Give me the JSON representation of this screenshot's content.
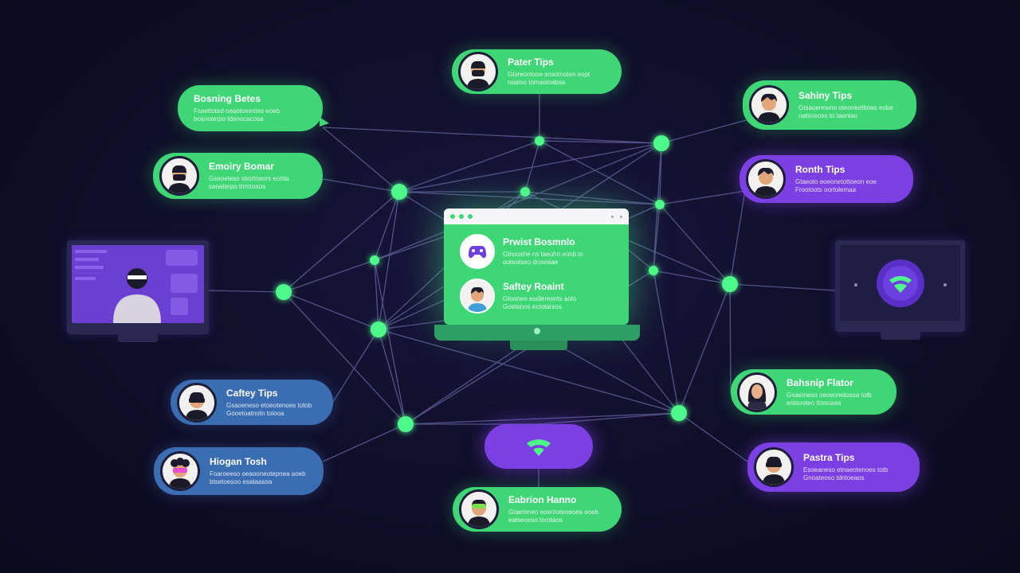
{
  "center": {
    "rows": [
      {
        "title": "Prwist Bosmnlo",
        "body": "Gtnooshe ns taeohn eonb lo\nooteotseo drowsiae"
      },
      {
        "title": "Saftey Roaint",
        "body": "Gtooneo eodlereonts aolo\nGoetonos ectotarsos"
      }
    ]
  },
  "cards": [
    {
      "id": "pater-tips",
      "title": "Pater Tips",
      "body": "Gtsreontooe snsotnoton eopt\nnoatso tnmastoabsa",
      "avatar": "masked",
      "color": "green"
    },
    {
      "id": "bosning-betes",
      "title": "Bosning Betes",
      "body": "Fsaettoted oeaotoeestes eoeb\nbosnoterpo tdanocacosa",
      "avatar": null,
      "color": "green"
    },
    {
      "id": "emoiry-bomar",
      "title": "Emoiry Bomar",
      "body": "Gsaoeteso stiortneors eonta\nsanaterpo thrntoaos",
      "avatar": "masked",
      "color": "green"
    },
    {
      "id": "sahiny-tips",
      "title": "Sahiny Tips",
      "body": "Gtsaoenneno oteoneetbnas eobe\nnatsoeoss to taontao",
      "avatar": "guy",
      "color": "green"
    },
    {
      "id": "ronth-tips",
      "title": "Ronth Tips",
      "body": "Gtaeoto eoeonetottoeon eoe\nFrootoots oortolemaa",
      "avatar": "guy",
      "color": "purple"
    },
    {
      "id": "caftey-tips",
      "title": "Caftey Tips",
      "body": "Gsaoeneso etoeotenoes totob\nGooetoatnotn toiooa",
      "avatar": "visor",
      "color": "blue"
    },
    {
      "id": "hiogan-tosh",
      "title": "Hiogan Tosh",
      "body": "Foaroeeso oeaooneotepnea aoeb\nbtsetoesoo esataasoa",
      "avatar": "curly",
      "color": "blue"
    },
    {
      "id": "bahsnip-flator",
      "title": "Bahsnip Flator",
      "body": "Gsaetneso oeoeonetossa totb\nentsooteo ttonoaea",
      "avatar": "woman",
      "color": "green"
    },
    {
      "id": "pastra-tips",
      "title": "Pastra Tips",
      "body": "Esoeaneso etnaeotenoes totb\nGnoateoso tdntoeaos",
      "avatar": "visor",
      "color": "purple"
    },
    {
      "id": "eabrion-hanno",
      "title": "Eabrion Hanno",
      "body": "Gtaeteneo eoentoteoeoea eoeb\neatseoeso torotaos",
      "avatar": "goggles",
      "color": "green"
    }
  ],
  "colors": {
    "background": "#0b0a1e",
    "node": "#4dfa8a",
    "link": "#5a5f95",
    "green": "#3fd676",
    "purple": "#7b3fe4",
    "blue": "#3a6db2"
  },
  "icons": {
    "center_top": "gamepad-icon",
    "right_monitor": "wifi-icon",
    "bottom_pill": "wifi-icon",
    "left_monitor": "person-at-desk"
  }
}
